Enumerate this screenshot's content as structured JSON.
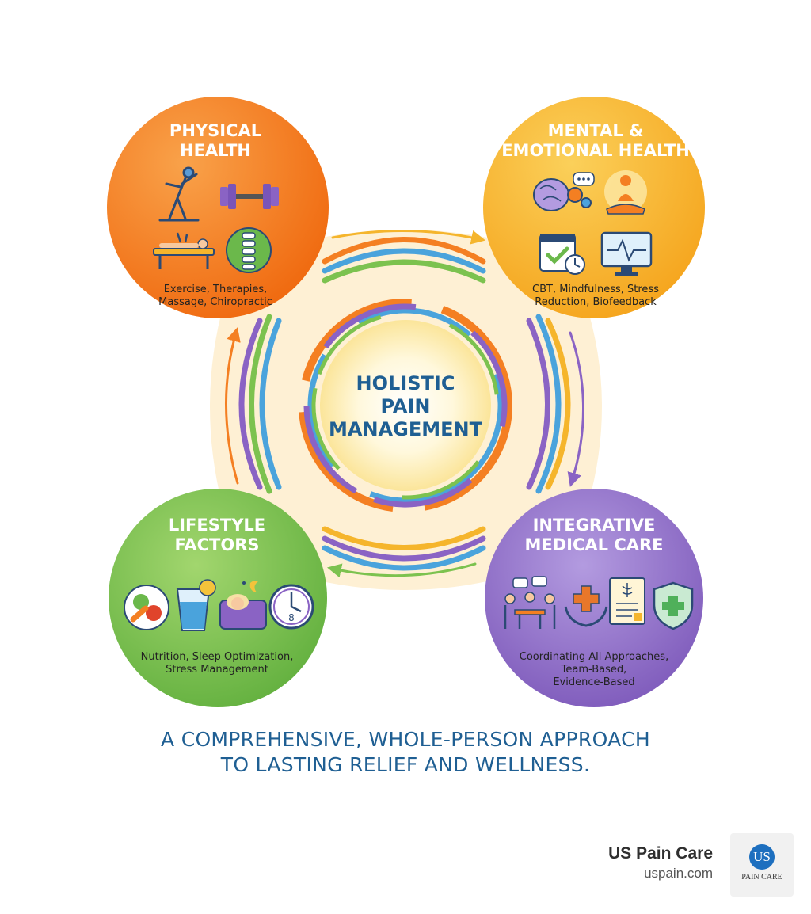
{
  "center": {
    "lines": [
      "HOLISTIC",
      "PAIN",
      "MANAGEMENT"
    ]
  },
  "nodes": [
    {
      "id": "physical",
      "title": [
        "PHYSICAL",
        "HEALTH"
      ],
      "caption": [
        "Exercise, Therapies,",
        "Massage, Chiropractic"
      ],
      "color": "#f47f22",
      "icons": [
        "stretching-person-icon",
        "dumbbell-icon",
        "massage-table-icon",
        "spine-icon"
      ]
    },
    {
      "id": "mental",
      "title": [
        "MENTAL &",
        "EMOTIONAL HEALTH"
      ],
      "caption": [
        "CBT, Mindfulness, Stress",
        "Reduction, Biofeedback"
      ],
      "color": "#f7b52c",
      "icons": [
        "brain-gears-icon",
        "meditation-icon",
        "calendar-check-icon",
        "heart-monitor-icon"
      ]
    },
    {
      "id": "lifestyle",
      "title": [
        "LIFESTYLE",
        "FACTORS"
      ],
      "caption": [
        "Nutrition, Sleep Optimization,",
        "Stress Management"
      ],
      "color": "#7cc24f",
      "icons": [
        "healthy-food-plate-icon",
        "water-glass-icon",
        "sleeping-person-icon",
        "clock-icon"
      ]
    },
    {
      "id": "integrative",
      "title": [
        "INTEGRATIVE",
        "MEDICAL CARE"
      ],
      "caption": [
        "Coordinating All Approaches,",
        "Team-Based,",
        "Evidence-Based"
      ],
      "color": "#9070c8",
      "icons": [
        "team-meeting-icon",
        "caring-hands-icon",
        "medical-document-icon",
        "health-shield-icon"
      ]
    }
  ],
  "tagline": [
    "A COMPREHENSIVE, WHOLE-PERSON APPROACH",
    "TO LASTING RELIEF AND WELLNESS."
  ],
  "brand": {
    "name": "US Pain Care",
    "url": "uspain.com",
    "logo_mark": "US",
    "logo_text": "PAIN CARE"
  }
}
